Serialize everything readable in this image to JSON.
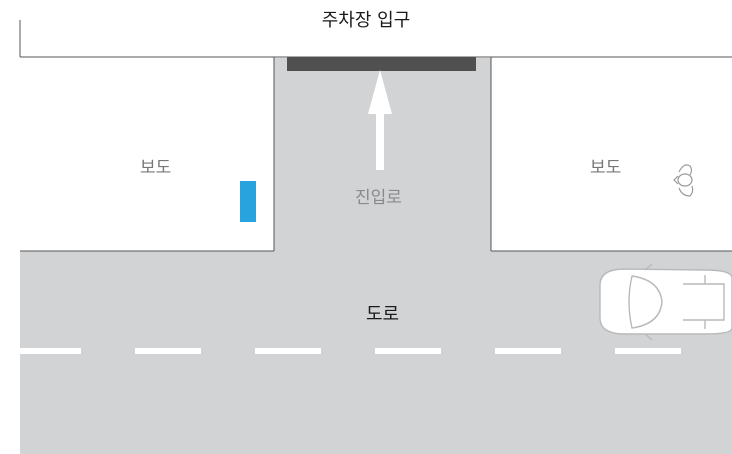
{
  "labels": {
    "parking_entrance": "주차장 입구",
    "sidewalk_left": "보도",
    "sidewalk_right": "보도",
    "entrance_lane": "진입로",
    "road": "도로"
  },
  "colors": {
    "road": "#d2d3d5",
    "line": "#555555",
    "gate": "#505050",
    "lane_marking": "#ffffff",
    "marker": "#29a3dd"
  },
  "icons": {
    "car": "car-top-view-icon",
    "pedestrian": "pedestrian-icon",
    "direction": "up-arrow-icon"
  }
}
